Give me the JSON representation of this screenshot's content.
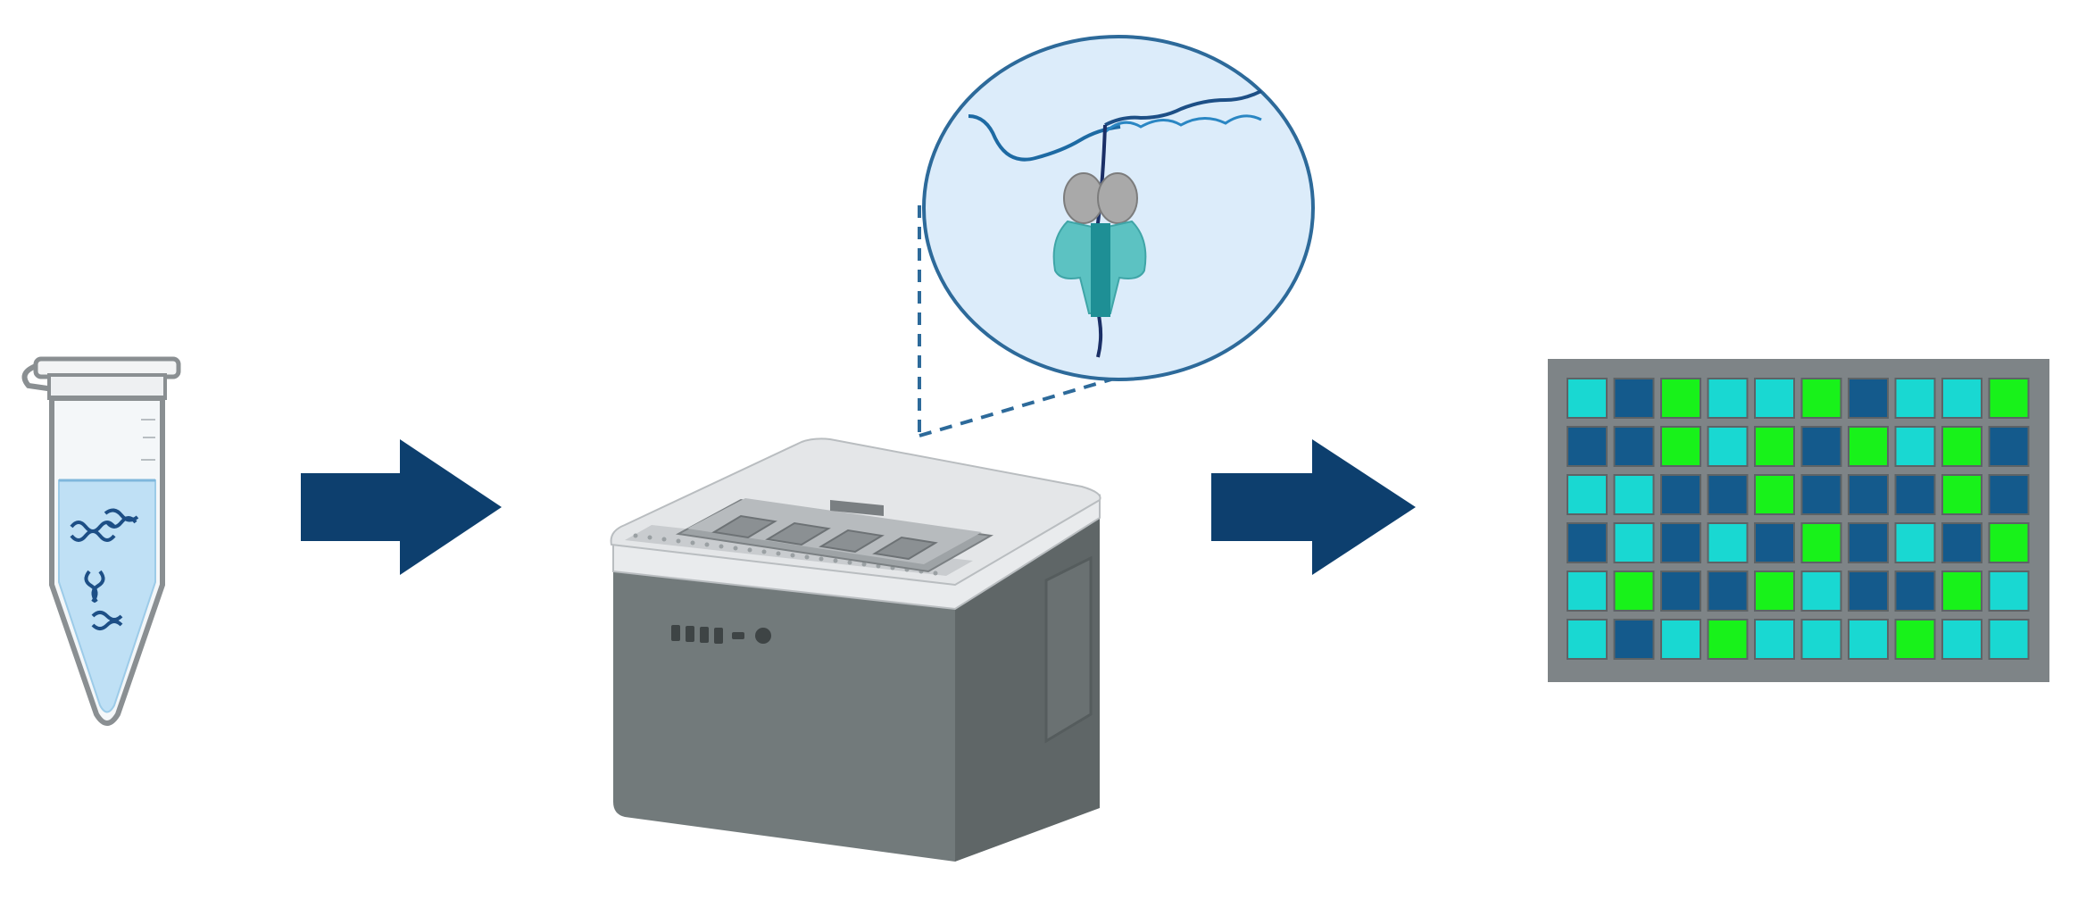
{
  "colors": {
    "background": "#ffffff",
    "arrow": "#0d3f6e",
    "tube_liquid": "#bfe0f5",
    "dna_strand": "#1d4f86",
    "zoom_circle_fill": "#dcecfa",
    "zoom_circle_stroke": "#2d6a9a",
    "protein_gray": "#9c9c9c",
    "protein_teal": "#5cc2c2",
    "protein_teal_dark": "#1e8f95",
    "device_body": "#6f7677",
    "device_lid": "#e4e6e8",
    "grid_frame": "#7e8487",
    "cell_cyan": "#19d8d2",
    "cell_navy": "#145a8c",
    "cell_green": "#18f21a"
  },
  "icons": [
    "microcentrifuge-tube-icon",
    "dna-icon",
    "arrow-right-icon",
    "nanopore-sequencer-icon",
    "protein-pore-icon",
    "sequence-grid-icon"
  ],
  "sequence_grid": {
    "rows": [
      [
        "C",
        "N",
        "G",
        "C",
        "C",
        "G",
        "N",
        "C",
        "C",
        "G"
      ],
      [
        "N",
        "N",
        "G",
        "C",
        "G",
        "N",
        "G",
        "C",
        "G",
        "N"
      ],
      [
        "C",
        "C",
        "N",
        "N",
        "G",
        "N",
        "N",
        "N",
        "G",
        "N"
      ],
      [
        "N",
        "C",
        "N",
        "C",
        "N",
        "G",
        "N",
        "C",
        "N",
        "G"
      ],
      [
        "C",
        "G",
        "N",
        "N",
        "G",
        "C",
        "N",
        "N",
        "G",
        "C"
      ],
      [
        "C",
        "N",
        "C",
        "G",
        "C",
        "C",
        "C",
        "G",
        "C",
        "C"
      ]
    ]
  }
}
